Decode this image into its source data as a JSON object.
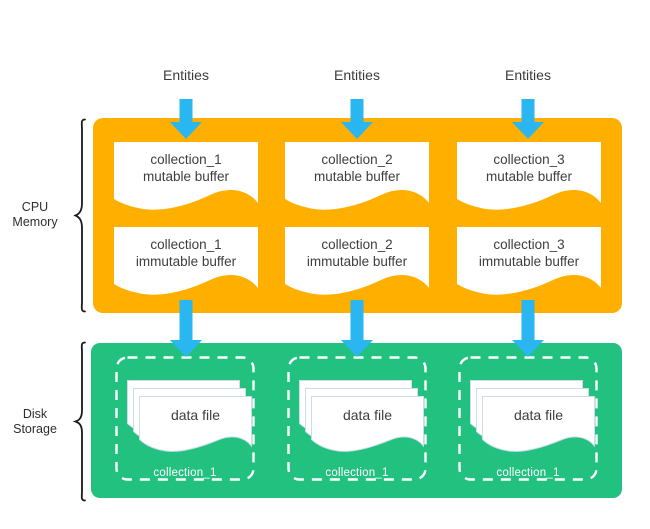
{
  "side_labels": {
    "cpu": {
      "line1": "CPU",
      "line2": "Memory"
    },
    "disk": {
      "line1": "Disk",
      "line2": "Storage"
    }
  },
  "columns": [
    {
      "entities_label": "Entities",
      "mutable_buffer": {
        "line1": "collection_1",
        "line2": "mutable buffer"
      },
      "immutable_buffer": {
        "line1": "collection_1",
        "line2": "immutable buffer"
      },
      "data_file_label": "data file",
      "disk_collection_label": "collection_1"
    },
    {
      "entities_label": "Entities",
      "mutable_buffer": {
        "line1": "collection_2",
        "line2": "mutable buffer"
      },
      "immutable_buffer": {
        "line1": "collection_2",
        "line2": "immutable buffer"
      },
      "data_file_label": "data file",
      "disk_collection_label": "collection_1"
    },
    {
      "entities_label": "Entities",
      "mutable_buffer": {
        "line1": "collection_3",
        "line2": "mutable buffer"
      },
      "immutable_buffer": {
        "line1": "collection_3",
        "line2": "immutable buffer"
      },
      "data_file_label": "data file",
      "disk_collection_label": "collection_1"
    }
  ],
  "colors": {
    "cpu_memory_box": "#FFAF00",
    "disk_storage_box": "#22C17F",
    "arrow": "#2AB6F1",
    "document_fill": "#FFFFFF",
    "sheet_border": "#CFDCE8",
    "dashed_border": "#FFFFFF",
    "text": "#3A3A3A",
    "brace": "#1A1A1A"
  }
}
